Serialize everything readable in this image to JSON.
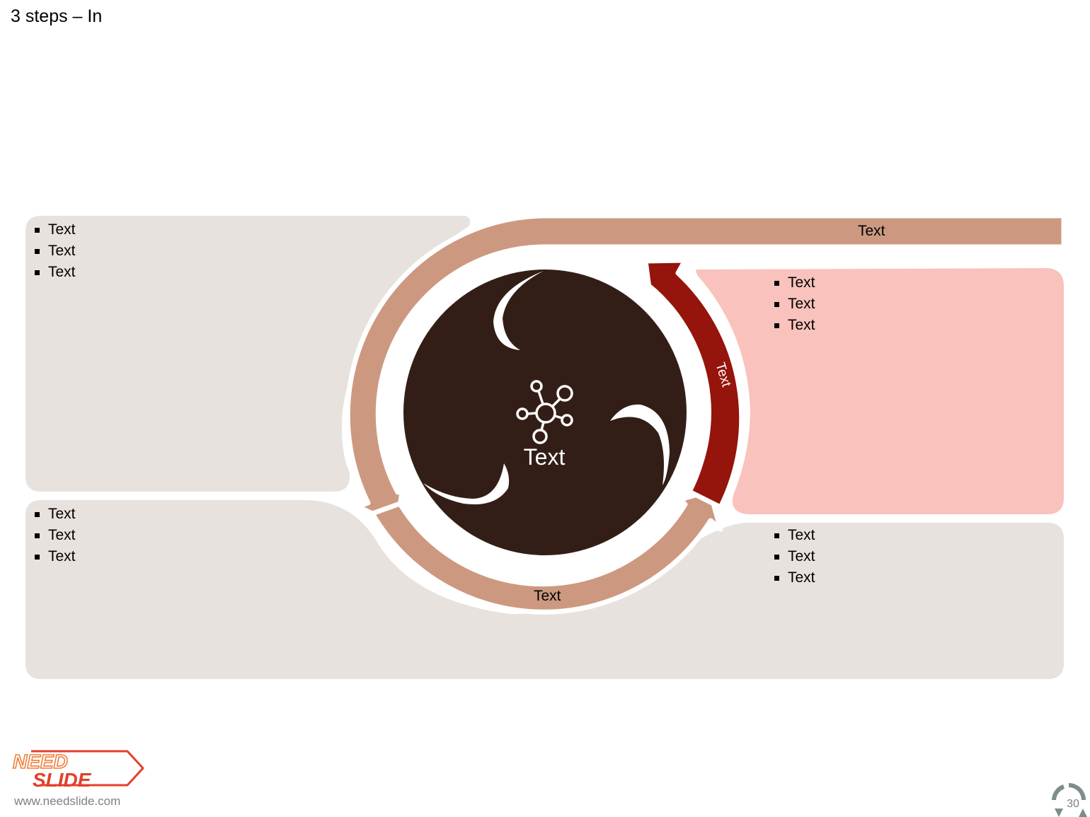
{
  "slide": {
    "title": "3 steps – In",
    "page_number": "30"
  },
  "colors": {
    "panel_gray": "#e7e2de",
    "panel_pink": "#f9c2bd",
    "tan_arrow": "#cc9980",
    "red_arrow": "#95140b",
    "center_circle": "#331e17",
    "white": "#ffffff"
  },
  "top_bar": {
    "label": "Text"
  },
  "bottom_arc": {
    "label": "Text"
  },
  "red_arrow": {
    "label": "Text"
  },
  "center": {
    "label": "Text",
    "icon": "network-hub-icon"
  },
  "panels": {
    "top_left": {
      "bullets": [
        "Text",
        "Text",
        "Text"
      ]
    },
    "bottom_left": {
      "bullets": [
        "Text",
        "Text",
        "Text"
      ]
    },
    "right_pink": {
      "bullets": [
        "Text",
        "Text",
        "Text"
      ]
    },
    "bottom_right": {
      "bullets": [
        "Text",
        "Text",
        "Text"
      ]
    }
  },
  "footer": {
    "logo_text_top": "NEED",
    "logo_text_bottom": "SLIDE",
    "url": "www.needslide.com"
  }
}
